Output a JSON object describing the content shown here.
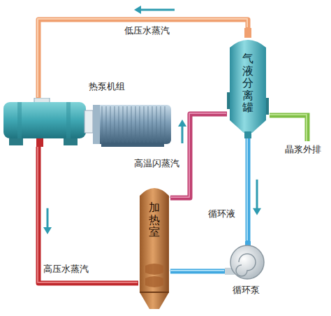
{
  "diagram": {
    "nodes": [
      {
        "text": [
          "热泵机组"
        ]
      },
      {
        "text": [
          "气液分离罐"
        ]
      },
      {
        "text": [
          "加热室"
        ]
      },
      {
        "text": [
          "循环泵"
        ]
      }
    ],
    "edges": [
      {
        "from": 1,
        "to": 0,
        "arrow": "to",
        "label": "低压水蒸汽"
      },
      {
        "from": 0,
        "to": 2,
        "arrow": "to",
        "label": "高压水蒸汽"
      },
      {
        "from": 2,
        "to": 1,
        "arrow": "to",
        "label": "高温闪蒸汽"
      },
      {
        "from": 1,
        "to": 3,
        "arrow": "to",
        "label": "循环液"
      },
      {
        "from": 3,
        "to": 2,
        "arrow": "none"
      }
    ],
    "labels": [
      "晶浆外排"
    ]
  }
}
